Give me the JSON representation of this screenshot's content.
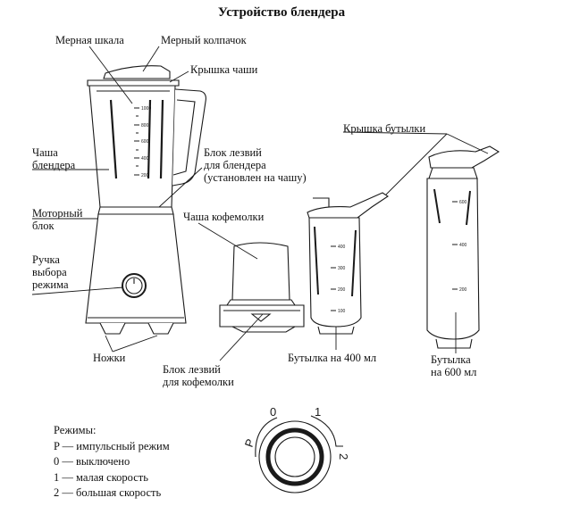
{
  "title": "Устройство блендера",
  "labels": {
    "measuring_scale": "Мерная шкала",
    "measuring_cap": "Мерный колпачок",
    "jug_lid": "Крышка чаши",
    "jug": [
      "Чаша",
      "блендера"
    ],
    "blade_unit_jug": [
      "Блок лезвий",
      "для блендера",
      "(установлен на чашу)"
    ],
    "motor_unit": [
      "Моторный",
      "блок"
    ],
    "mode_knob": [
      "Ручка",
      "выбора",
      "режима"
    ],
    "feet": "Ножки",
    "grinder_bowl": "Чаша кофемолки",
    "grinder_blade_unit": [
      "Блок лезвий",
      "для кофемолки"
    ],
    "bottle_lid": "Крышка бутылки",
    "bottle_400": "Бутылка на 400 мл",
    "bottle_600": [
      "Бутылка",
      "на 600 мл"
    ]
  },
  "legend": {
    "heading": "Режимы:",
    "items": [
      "P — импульсный режим",
      "0 — выключено",
      "1 — малая скорость",
      "2 — большая скорость"
    ]
  },
  "dial": {
    "marks": [
      "P",
      "0",
      "1",
      "2"
    ]
  },
  "jug_scale": [
    "1000",
    "800",
    "600",
    "400",
    "200"
  ],
  "bottle400_scale": [
    "400",
    "300",
    "200",
    "100"
  ],
  "bottle600_scale": [
    "600",
    "400",
    "200"
  ],
  "colors": {
    "line": "#1a1a1a",
    "background": "#ffffff"
  }
}
